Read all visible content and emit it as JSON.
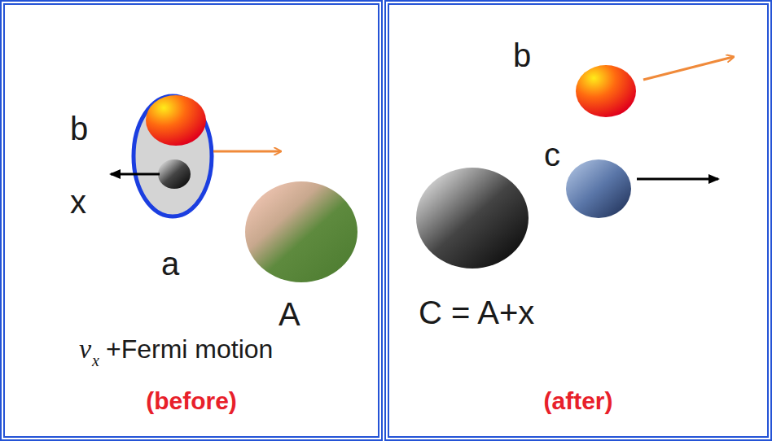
{
  "diagram": {
    "nodes": [
      {
        "text": [
          "(before)"
        ]
      },
      {
        "text": [
          "(after)"
        ]
      }
    ],
    "labels": [
      "b",
      "x",
      "a",
      "A",
      "v",
      "x",
      "+Fermi motion",
      "b",
      "c",
      "C = A+x"
    ]
  }
}
